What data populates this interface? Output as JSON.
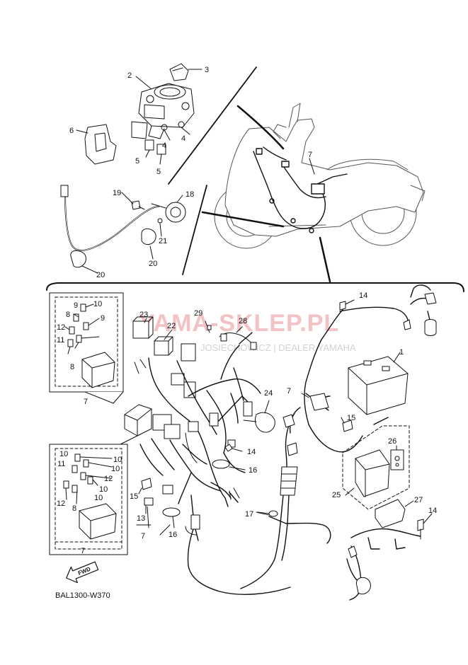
{
  "diagram": {
    "watermark_main": "YAMA-SKLEP.PL",
    "watermark_sub": "JOSIECHOWICZ | DEALER YAMAHA",
    "doc_id": "BAL1300-W370",
    "fwd_label": "FWD",
    "colors": {
      "line": "#111111",
      "watermark": "#f3c2c4",
      "watermark_sub": "#cfd3d6",
      "gray_ink": "#555555"
    }
  },
  "callouts": [
    {
      "id": "c3",
      "label": "3"
    },
    {
      "id": "c2",
      "label": "2"
    },
    {
      "id": "c6",
      "label": "6"
    },
    {
      "id": "c4a",
      "label": "4"
    },
    {
      "id": "c4b",
      "label": "4"
    },
    {
      "id": "c5a",
      "label": "5"
    },
    {
      "id": "c5b",
      "label": "5"
    },
    {
      "id": "c7top",
      "label": "7"
    },
    {
      "id": "c19",
      "label": "19"
    },
    {
      "id": "c18",
      "label": "18"
    },
    {
      "id": "c21",
      "label": "21"
    },
    {
      "id": "c20a",
      "label": "20"
    },
    {
      "id": "c20b",
      "label": "20"
    },
    {
      "id": "c14a",
      "label": "14"
    },
    {
      "id": "c10a",
      "label": "10"
    },
    {
      "id": "c9a",
      "label": "9"
    },
    {
      "id": "c8a",
      "label": "8"
    },
    {
      "id": "c12a",
      "label": "12"
    },
    {
      "id": "c9b",
      "label": "9"
    },
    {
      "id": "c11a",
      "label": "11"
    },
    {
      "id": "c8b",
      "label": "8"
    },
    {
      "id": "c7box1",
      "label": "7"
    },
    {
      "id": "c23",
      "label": "23"
    },
    {
      "id": "c22",
      "label": "22"
    },
    {
      "id": "c29",
      "label": "29"
    },
    {
      "id": "c28",
      "label": "28"
    },
    {
      "id": "c1",
      "label": "1"
    },
    {
      "id": "c7mid",
      "label": "7"
    },
    {
      "id": "c24",
      "label": "24"
    },
    {
      "id": "c15a",
      "label": "15"
    },
    {
      "id": "c14b",
      "label": "14"
    },
    {
      "id": "c16a",
      "label": "16"
    },
    {
      "id": "c26",
      "label": "26"
    },
    {
      "id": "c25",
      "label": "25"
    },
    {
      "id": "c27",
      "label": "27"
    },
    {
      "id": "c14c",
      "label": "14"
    },
    {
      "id": "c17",
      "label": "17"
    },
    {
      "id": "c15b",
      "label": "15"
    },
    {
      "id": "c13",
      "label": "13"
    },
    {
      "id": "c7under13",
      "label": "7"
    },
    {
      "id": "c16b",
      "label": "16"
    },
    {
      "id": "c10b",
      "label": "10"
    },
    {
      "id": "c10c",
      "label": "10"
    },
    {
      "id": "c11b",
      "label": "11"
    },
    {
      "id": "c10d",
      "label": "10"
    },
    {
      "id": "c12b",
      "label": "12"
    },
    {
      "id": "c10e",
      "label": "10"
    },
    {
      "id": "c12c",
      "label": "12"
    },
    {
      "id": "c10f",
      "label": "10"
    },
    {
      "id": "c8c",
      "label": "8"
    },
    {
      "id": "c7box2",
      "label": "7"
    }
  ]
}
